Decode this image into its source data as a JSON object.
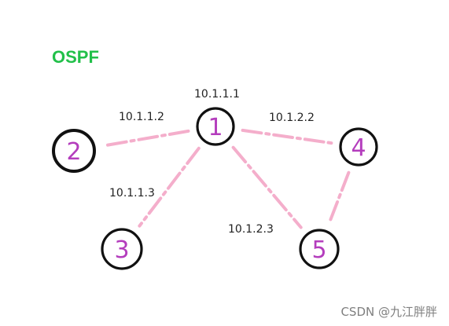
{
  "title": "OSPF",
  "watermark": "CSDN @九江胖胖",
  "colors": {
    "title": "#22c04a",
    "link": "#f4aecb",
    "node_stroke": "#111111",
    "node_text": "#b43dbd",
    "label_text": "#222222",
    "watermark": "#7f7f7f"
  },
  "nodes": [
    {
      "id": "1",
      "label": "1"
    },
    {
      "id": "2",
      "label": "2"
    },
    {
      "id": "3",
      "label": "3"
    },
    {
      "id": "4",
      "label": "4"
    },
    {
      "id": "5",
      "label": "5"
    }
  ],
  "links": [
    {
      "from": "1",
      "to": "2"
    },
    {
      "from": "1",
      "to": "3"
    },
    {
      "from": "1",
      "to": "4"
    },
    {
      "from": "1",
      "to": "5"
    },
    {
      "from": "4",
      "to": "5"
    }
  ],
  "ip_labels": [
    {
      "text": "10.1.1.1",
      "near": "1"
    },
    {
      "text": "10.1.1.2",
      "near": "2"
    },
    {
      "text": "10.1.2.2",
      "near": "4"
    },
    {
      "text": "10.1.1.3",
      "near": "3"
    },
    {
      "text": "10.1.2.3",
      "near": "5"
    }
  ]
}
